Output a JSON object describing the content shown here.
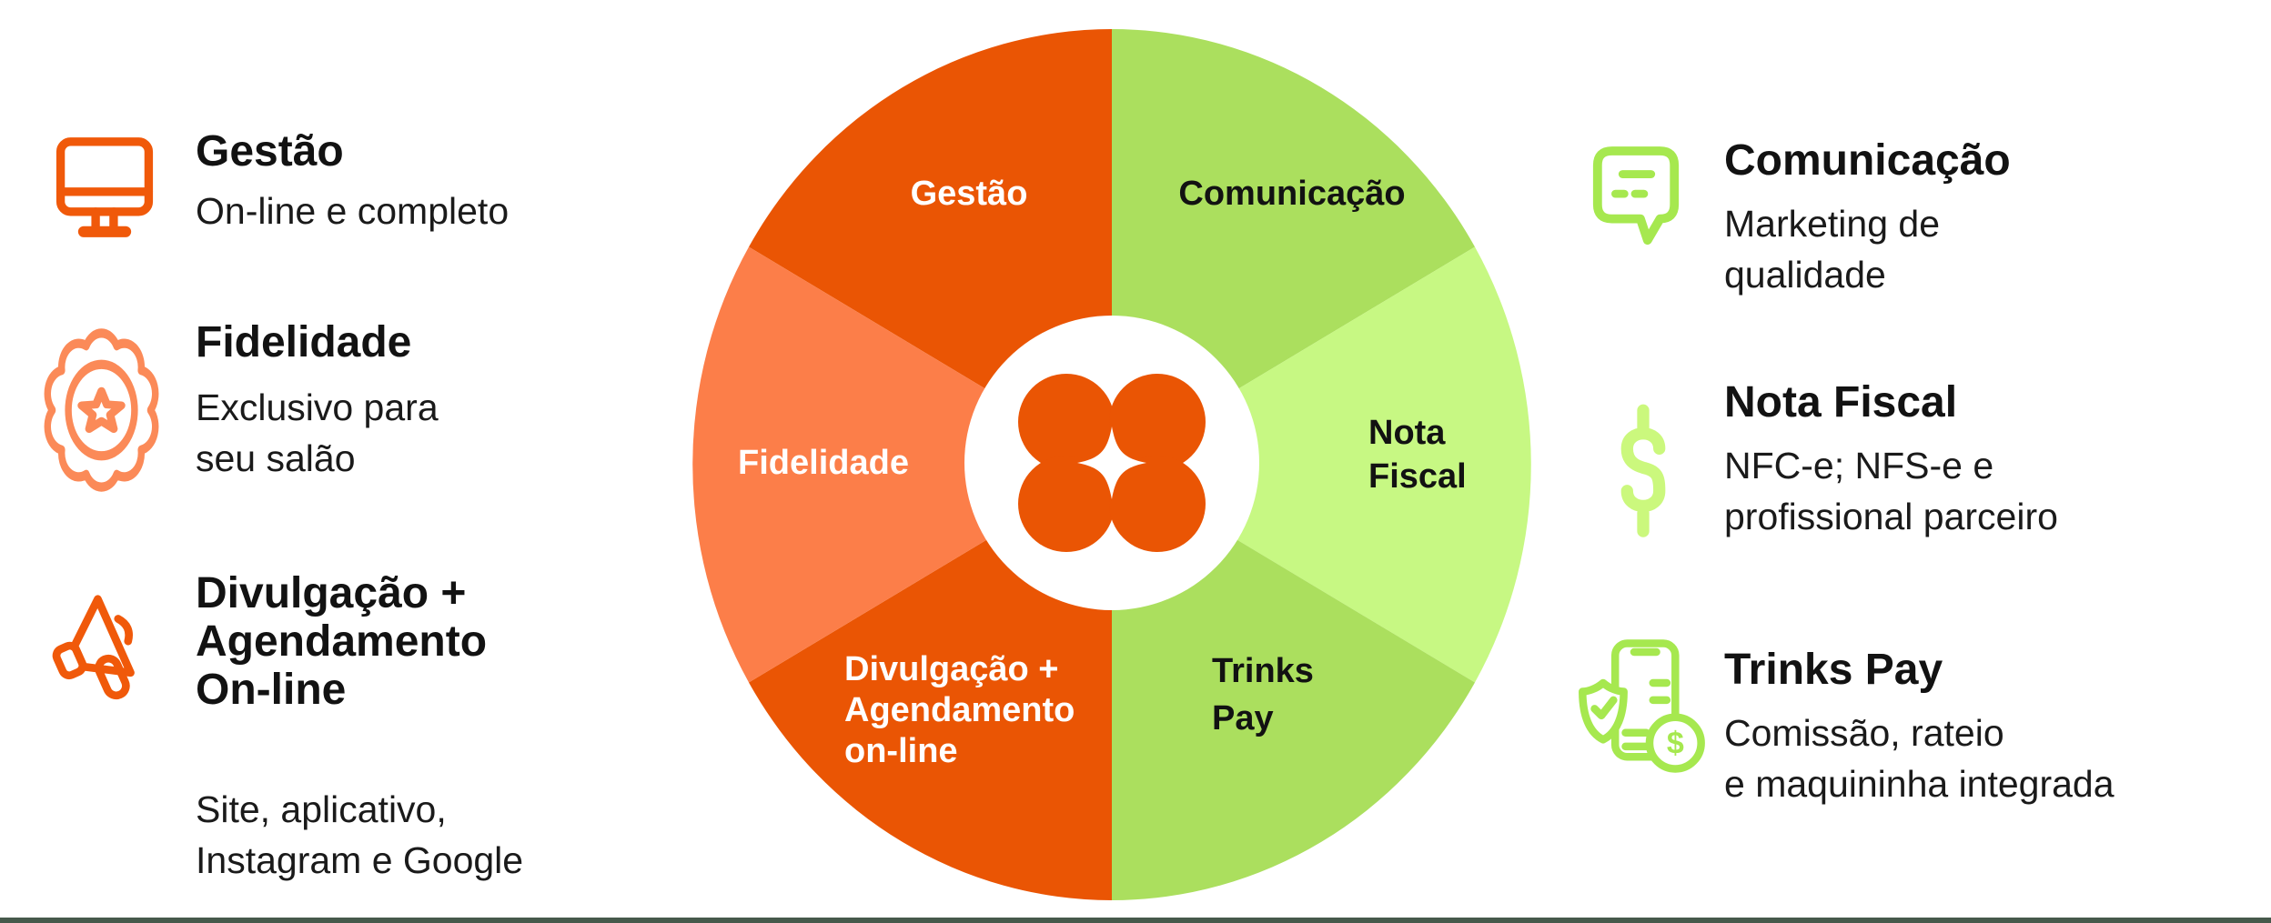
{
  "colors": {
    "orange": "#EA5504",
    "salmon": "#FC7E49",
    "green_mid": "#ABDF5E",
    "green_light": "#C7F883",
    "white": "#FFFFFF",
    "icon_orange": "#F0590A",
    "icon_salmon": "#FB8A58",
    "icon_green_bright": "#A6E84F",
    "icon_green_pale": "#CBF87D",
    "text_dark": "#121212",
    "bottom_bar": "#46594B"
  },
  "left_features": [
    {
      "icon": "monitor-icon",
      "title_lines": [
        "Gestão"
      ],
      "desc_lines": [
        "On-line e completo"
      ]
    },
    {
      "icon": "badge-star-icon",
      "title_lines": [
        "Fidelidade"
      ],
      "desc_lines": [
        "Exclusivo para",
        "seu salão"
      ]
    },
    {
      "icon": "megaphone-icon",
      "title_lines": [
        "Divulgação +",
        "Agendamento",
        "On-line"
      ],
      "desc_lines": [
        "Site, aplicativo,",
        "Instagram e Google"
      ]
    }
  ],
  "right_features": [
    {
      "icon": "chat-bubble-icon",
      "title_lines": [
        "Comunicação"
      ],
      "desc_lines": [
        "Marketing de",
        "qualidade"
      ]
    },
    {
      "icon": "dollar-sign-icon",
      "title_lines": [
        "Nota Fiscal"
      ],
      "desc_lines": [
        "NFC-e; NFS-e e",
        "profissional parceiro"
      ]
    },
    {
      "icon": "payment-phone-icon",
      "icon_glyph": "$",
      "title_lines": [
        "Trinks Pay"
      ],
      "desc_lines": [
        "Comissão, rateio",
        "e maquininha integrada"
      ]
    }
  ],
  "wheel": {
    "center_logo": "trinks-flower-logo",
    "segments": [
      {
        "id": "gestao",
        "lines": [
          "Gestão"
        ],
        "color": "#EA5504",
        "text_color": "#FFFFFF"
      },
      {
        "id": "comunicacao",
        "lines": [
          "Comunicação"
        ],
        "color": "#ABDF5E",
        "text_color": "#121212"
      },
      {
        "id": "nota-fiscal",
        "lines": [
          "Nota",
          "Fiscal"
        ],
        "color": "#C7F883",
        "text_color": "#121212"
      },
      {
        "id": "trinks-pay",
        "lines": [
          "Trinks",
          "Pay"
        ],
        "color": "#ABDF5E",
        "text_color": "#121212"
      },
      {
        "id": "divulgacao",
        "lines": [
          "Divulgação +",
          "Agendamento",
          "on-line"
        ],
        "color": "#EA5504",
        "text_color": "#FFFFFF"
      },
      {
        "id": "fidelidade",
        "lines": [
          "Fidelidade"
        ],
        "color": "#FC7E49",
        "text_color": "#FFFFFF"
      }
    ]
  }
}
